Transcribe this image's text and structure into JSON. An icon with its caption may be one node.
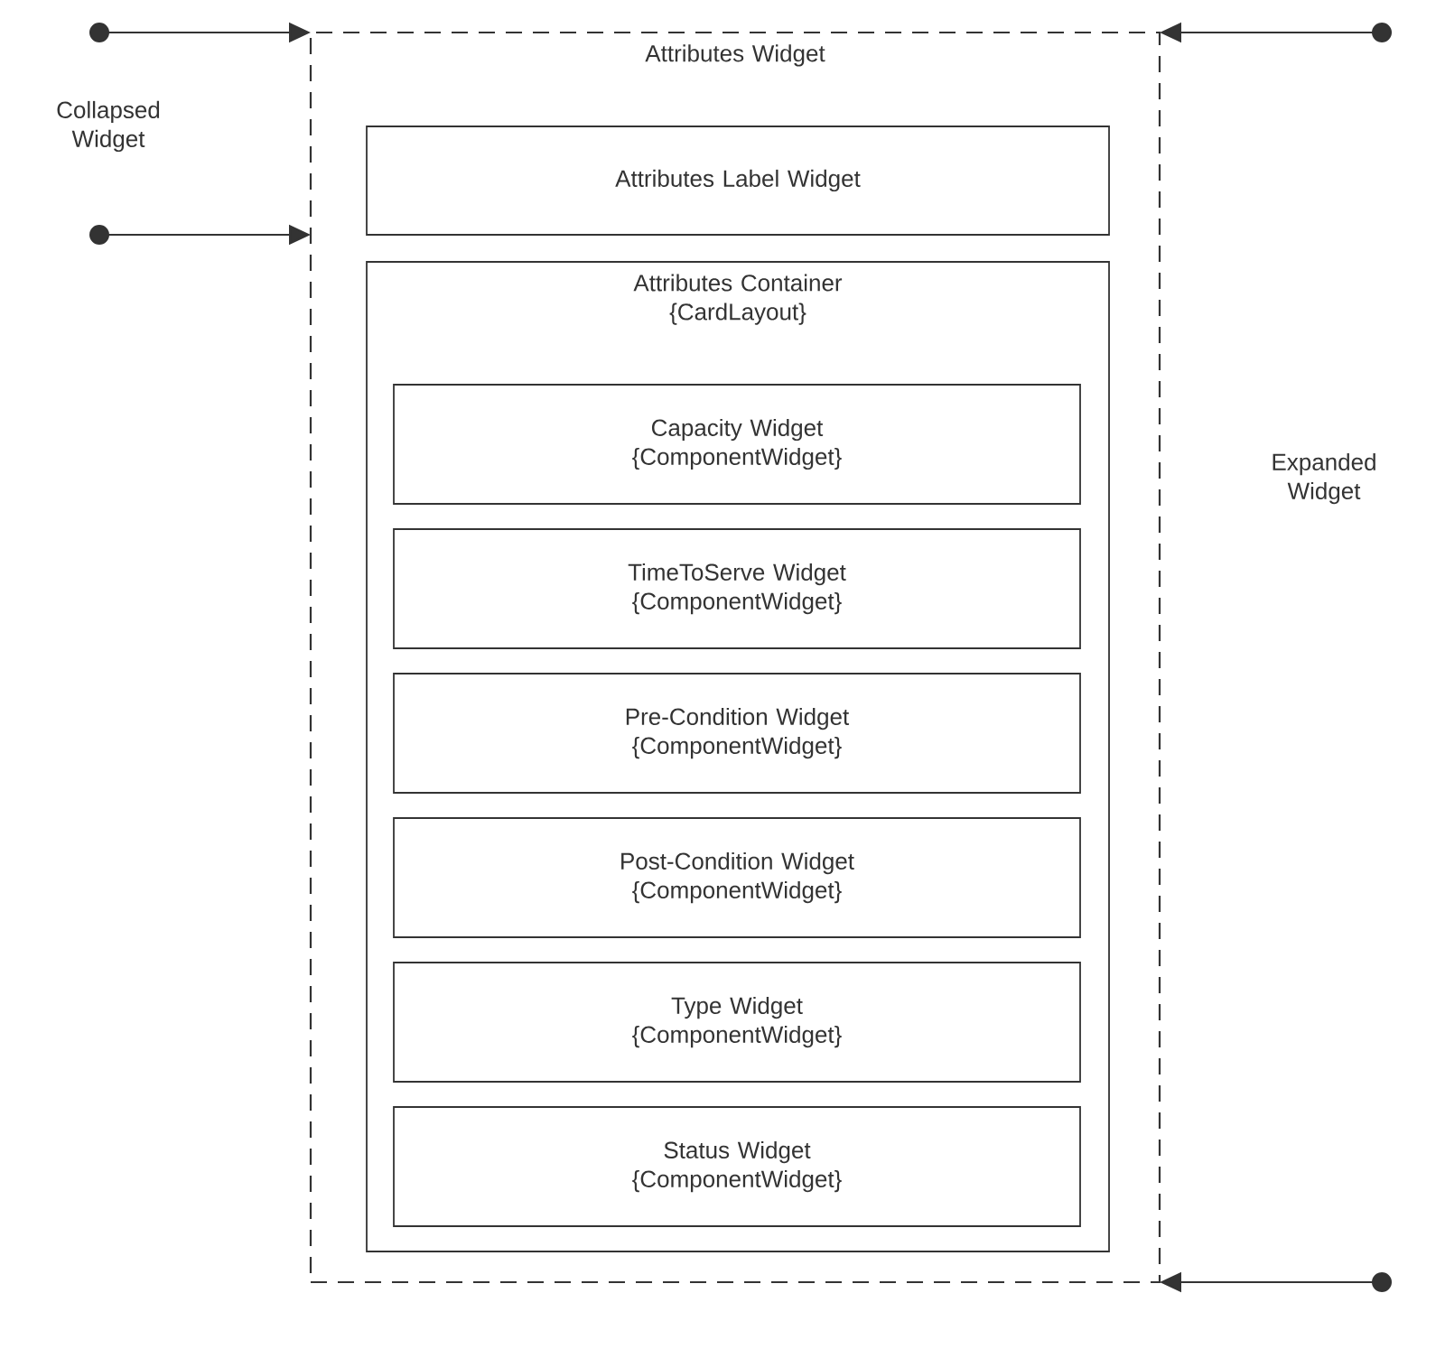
{
  "diagram": {
    "nodes": [
      {
        "text": [
          "Attributes Widget"
        ]
      },
      {
        "text": [
          "Attributes Label Widget"
        ],
        "in": 0
      },
      {
        "text": [
          "Attributes Container {CardLayout}"
        ],
        "in": 0
      },
      {
        "text": [
          "Capacity Widget {ComponentWidget}"
        ],
        "in": 2
      },
      {
        "text": [
          "TimeToServe Widget {ComponentWidget}"
        ],
        "in": 2
      },
      {
        "text": [
          "Pre-Condition Widget {ComponentWidget}"
        ],
        "in": 2
      },
      {
        "text": [
          "Post-Condition Widget {ComponentWidget}"
        ],
        "in": 2
      },
      {
        "text": [
          "Type Widget {ComponentWidget}"
        ],
        "in": 2
      },
      {
        "text": [
          "Status Widget {ComponentWidget}"
        ],
        "in": 2
      }
    ],
    "labels": [
      "Collapsed Widget",
      "Expanded Widget"
    ]
  }
}
